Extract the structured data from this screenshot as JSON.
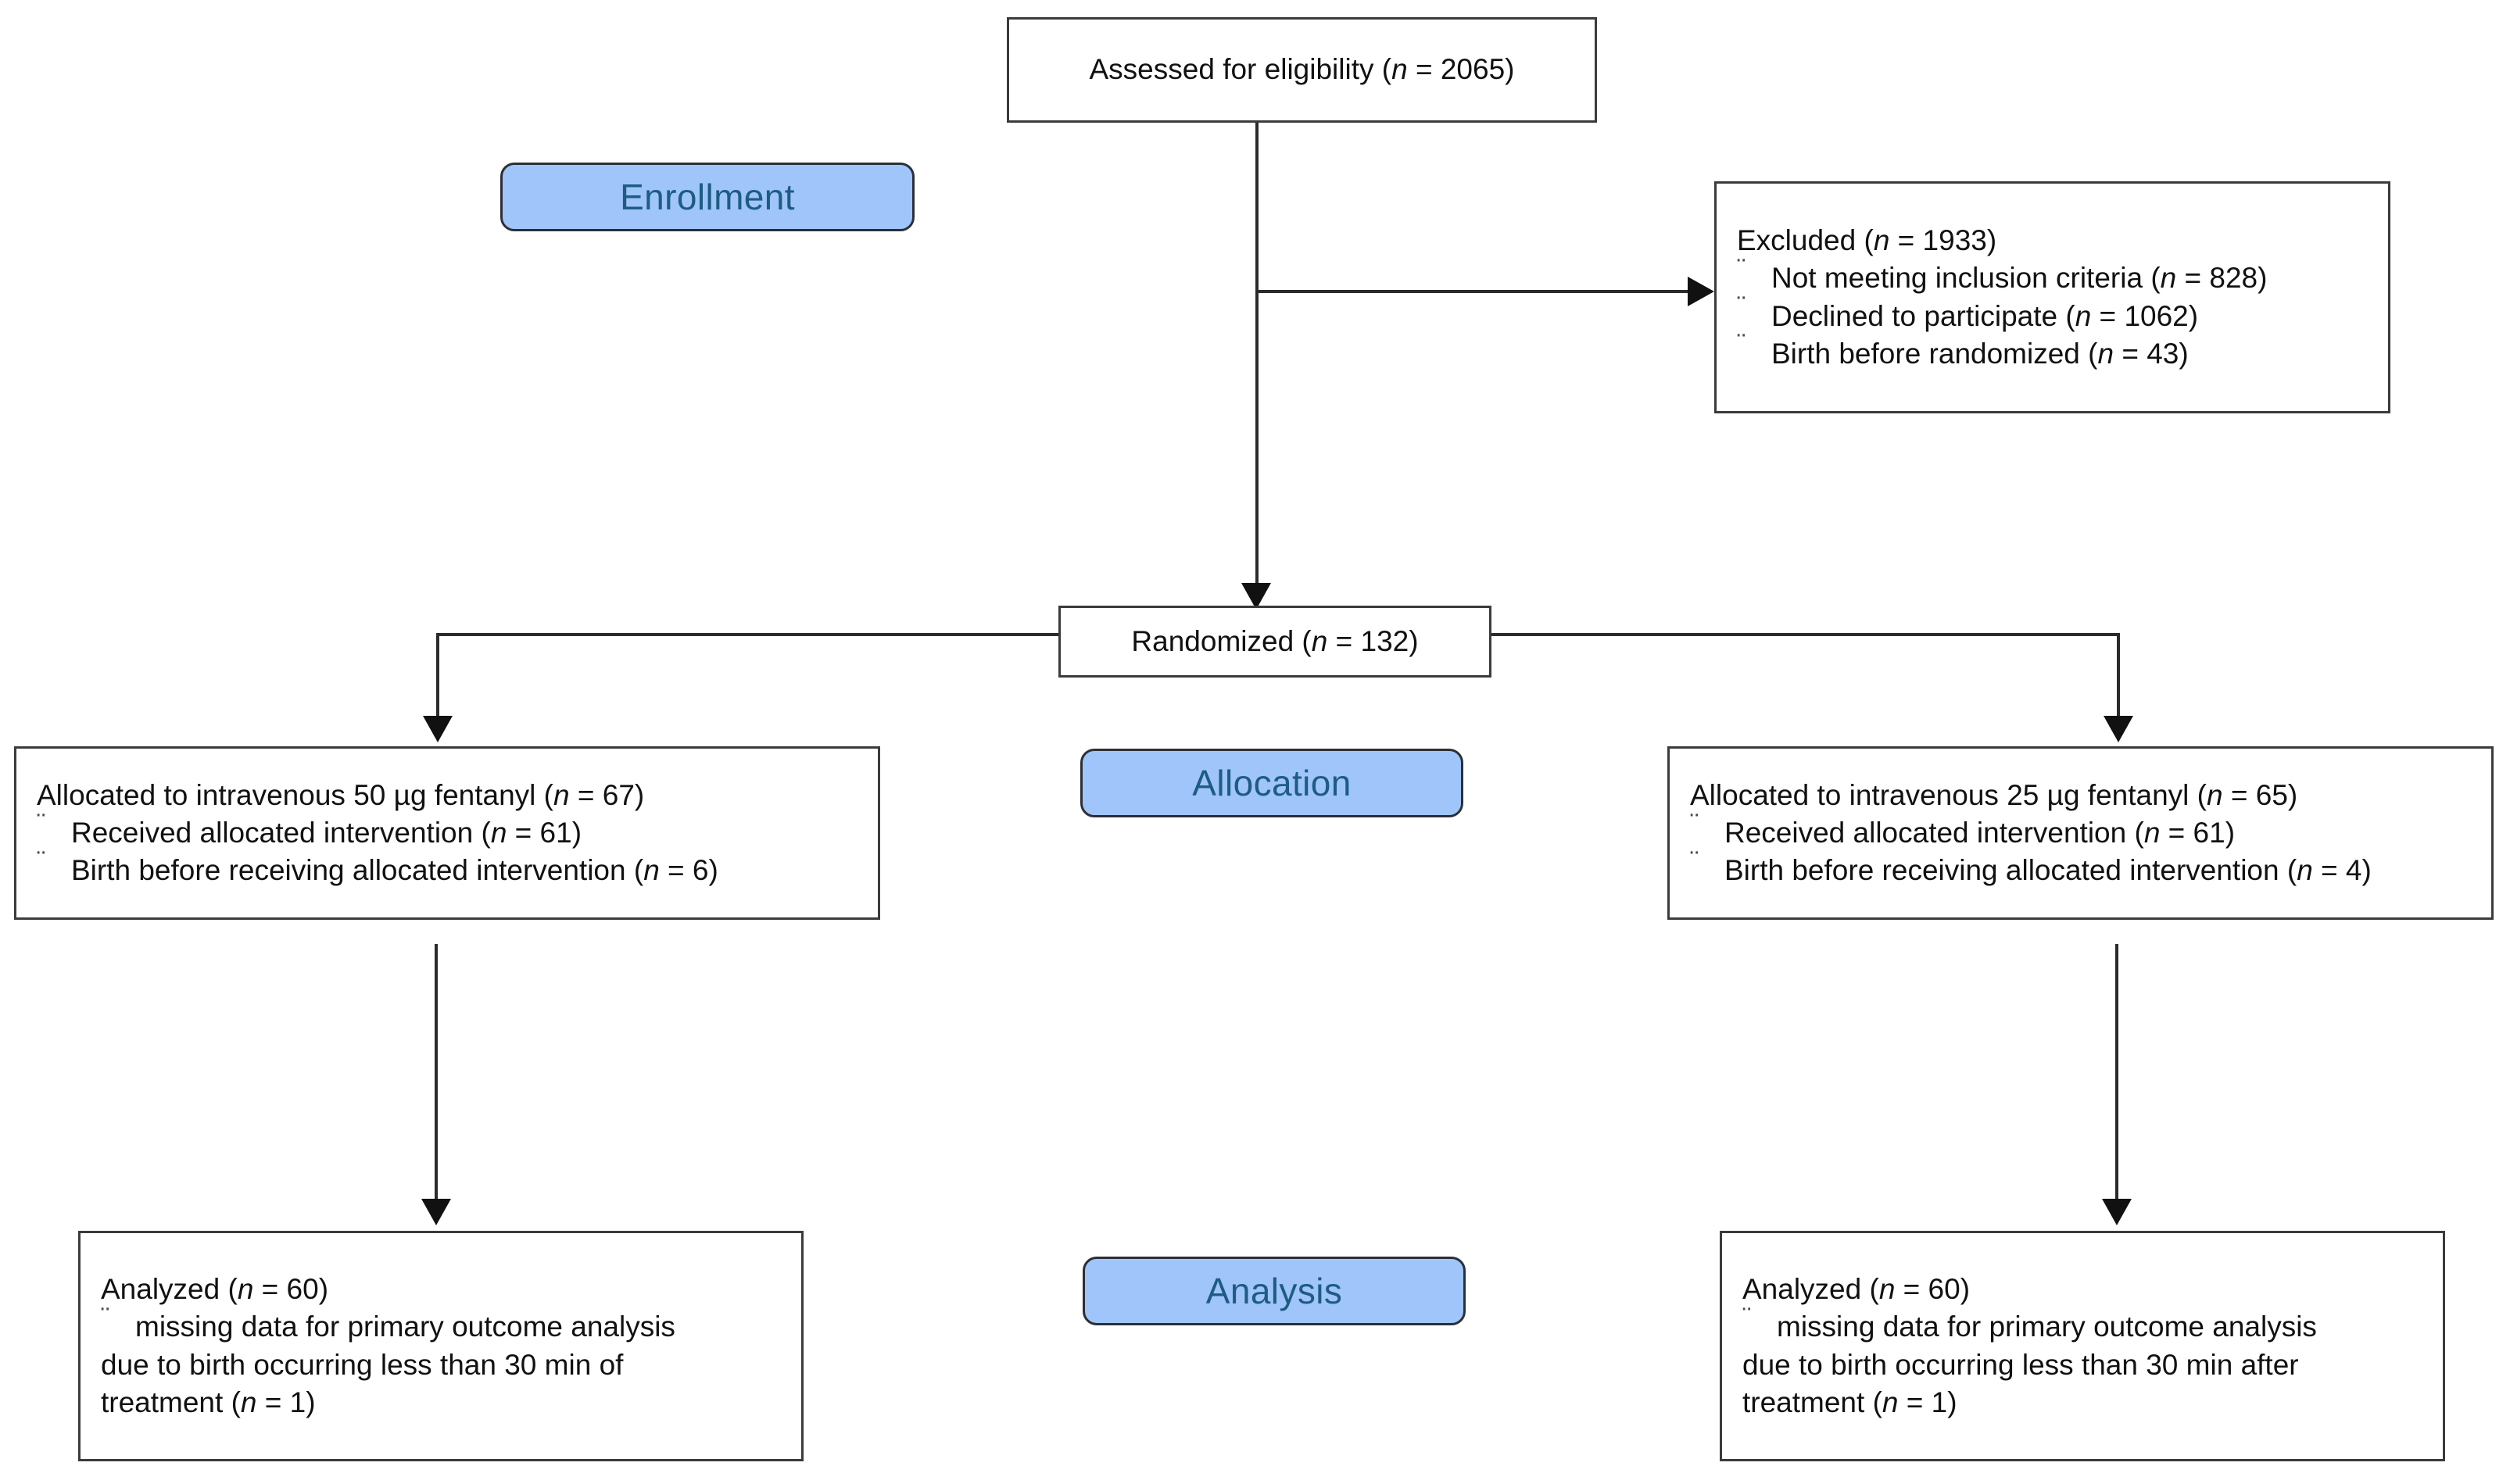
{
  "diagram": {
    "type": "CONSORT participant flow diagram",
    "stages": [
      {
        "id": "enrollment",
        "label": "Enrollment"
      },
      {
        "id": "allocation",
        "label": "Allocation"
      },
      {
        "id": "analysis",
        "label": "Analysis"
      }
    ],
    "bullet_glyph": "¨",
    "colors": {
      "badge_fill": "#9fc5fa",
      "badge_border": "#2b2f36",
      "badge_text": "#1e5c82",
      "box_border": "#3b3b3b",
      "box_fill": "#ffffff",
      "text": "#111111",
      "connector": "#2b2b2b"
    },
    "nodes": {
      "assessed": {
        "name": "Assessed for eligibility",
        "lines": [
          {
            "pre": "Assessed for eligibility (",
            "italic": "n",
            "post": " = 2065)"
          }
        ],
        "n": 2065
      },
      "excluded": {
        "name": "Excluded",
        "lines": [
          {
            "pre": "Excluded (",
            "italic": "n",
            "post": " = 1933)",
            "bullet": false
          },
          {
            "pre": "Not meeting inclusion criteria (",
            "italic": "n",
            "post": " = 828)",
            "bullet": true
          },
          {
            "pre": "Declined to participate (",
            "italic": "n",
            "post": " = 1062)",
            "bullet": true
          },
          {
            "pre": "Birth before randomized (",
            "italic": "n",
            "post": " = 43)",
            "bullet": true
          }
        ],
        "n": 1933,
        "reasons": [
          {
            "label": "Not meeting inclusion criteria",
            "n": 828
          },
          {
            "label": "Declined to participate",
            "n": 1062
          },
          {
            "label": "Birth before randomized",
            "n": 43
          }
        ]
      },
      "randomized": {
        "name": "Randomized",
        "lines": [
          {
            "pre": "Randomized (",
            "italic": "n",
            "post": " = 132)"
          }
        ],
        "n": 132
      },
      "alloc_left": {
        "name": "Allocated to intravenous 50 µg fentanyl",
        "lines": [
          {
            "pre": "Allocated to intravenous 50 µg fentanyl (",
            "italic": "n",
            "post": " = 67)",
            "bullet": false
          },
          {
            "pre": "Received allocated intervention (",
            "italic": "n",
            "post": " = 61)",
            "bullet": true
          },
          {
            "pre": "Birth before receiving allocated intervention (",
            "italic": "n",
            "post": " = 6)",
            "bullet": true
          }
        ],
        "dose": "50 µg",
        "n": 67,
        "received": 61,
        "birth_before_intervention": 6
      },
      "alloc_right": {
        "name": "Allocated to intravenous 25 µg fentanyl",
        "lines": [
          {
            "pre": "Allocated to intravenous 25 µg fentanyl (",
            "italic": "n",
            "post": " = 65)",
            "bullet": false
          },
          {
            "pre": "Received allocated intervention (",
            "italic": "n",
            "post": " = 61)",
            "bullet": true
          },
          {
            "pre": "Birth before receiving allocated intervention (",
            "italic": "n",
            "post": " = 4)",
            "bullet": true
          }
        ],
        "dose": "25 µg",
        "n": 65,
        "received": 61,
        "birth_before_intervention": 4
      },
      "analyzed_left": {
        "name": "Analyzed (50 µg arm)",
        "lines": [
          {
            "pre": "Analyzed (",
            "italic": "n",
            "post": " = 60)",
            "bullet": false
          },
          {
            "pre": "missing data for primary outcome analysis",
            "italic": "",
            "post": "",
            "bullet": true
          },
          {
            "pre": "due to birth occurring less than 30 min of",
            "italic": "",
            "post": "",
            "bullet": false
          },
          {
            "pre": "treatment (",
            "italic": "n",
            "post": " = 1)",
            "bullet": false
          }
        ],
        "n": 60,
        "missing": 1
      },
      "analyzed_right": {
        "name": "Analyzed (25 µg arm)",
        "lines": [
          {
            "pre": "Analyzed (",
            "italic": "n",
            "post": " = 60)",
            "bullet": false
          },
          {
            "pre": "missing data for primary outcome analysis",
            "italic": "",
            "post": "",
            "bullet": true
          },
          {
            "pre": "due to birth occurring less than 30 min after",
            "italic": "",
            "post": "",
            "bullet": false
          },
          {
            "pre": "treatment (",
            "italic": "n",
            "post": " = 1)",
            "bullet": false
          }
        ],
        "n": 60,
        "missing": 1
      }
    }
  }
}
